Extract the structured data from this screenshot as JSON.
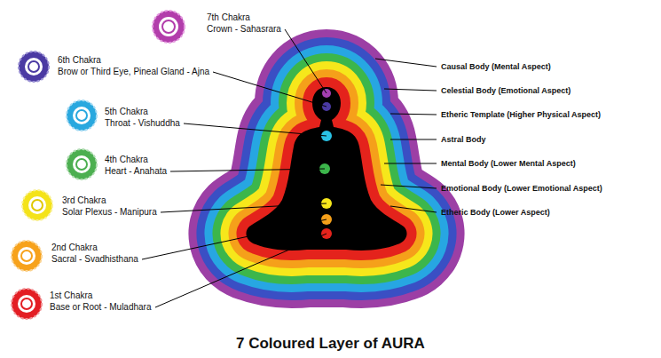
{
  "diagram": {
    "title": "7 Coloured Layer of AURA",
    "labels": [
      "7th Chakra",
      "Crown - Sahasrara",
      "6th Chakra",
      "Brow or Third Eye, Pineal Gland - Ajna",
      "5th Chakra",
      "Throat - Vishuddha",
      "4th Chakra",
      "Heart - Anahata",
      "3rd Chakra",
      "Solar Plexus - Manipura",
      "2nd Chakra",
      "Sacral - Svadhisthana",
      "1st Chakra",
      "Base or Root - Muladhara",
      "Causal Body (Mental Aspect)",
      "Celestial Body (Emotional Aspect)",
      "Etheric Template (Higher Physical Aspect)",
      "Astral Body",
      "Mental Body (Lower Mental Aspect)",
      "Emotional Body (Lower Emotional Aspect)",
      "Etheric Body (Lower Aspect)"
    ]
  }
}
